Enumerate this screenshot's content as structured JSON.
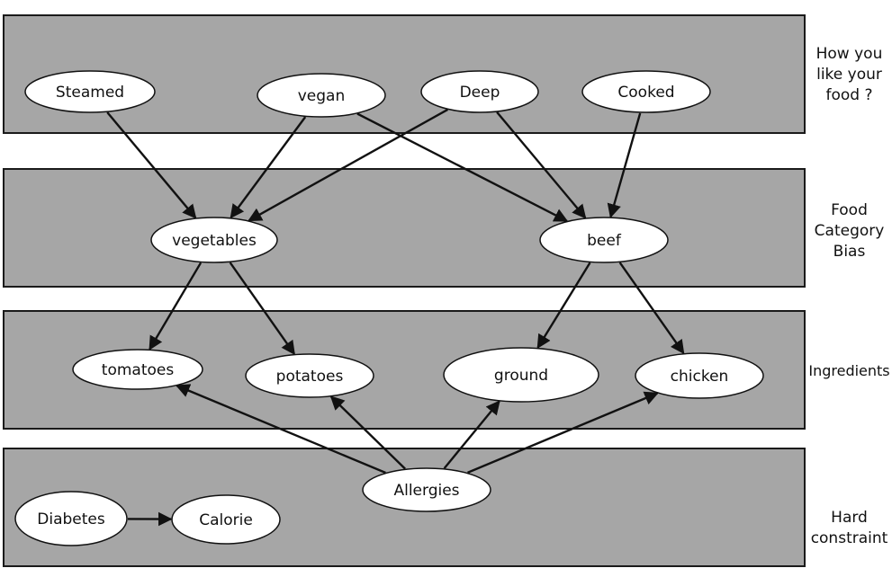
{
  "layers": [
    {
      "id": "preference",
      "label_lines": [
        "How you",
        "like your",
        "food ?"
      ]
    },
    {
      "id": "category",
      "label_lines": [
        "Food",
        "Category",
        "Bias"
      ]
    },
    {
      "id": "ingredients",
      "label_lines": [
        "Ingredients"
      ]
    },
    {
      "id": "constraint",
      "label_lines": [
        "Hard",
        "constraint"
      ]
    }
  ],
  "nodes": {
    "steamed": "Steamed",
    "vegan": "vegan",
    "deep": "Deep",
    "cooked": "Cooked",
    "vegetables": "vegetables",
    "beef": "beef",
    "tomatoes": "tomatoes",
    "potatoes": "potatoes",
    "ground": "ground",
    "chicken": "chicken",
    "allergies": "Allergies",
    "diabetes": "Diabetes",
    "calorie": "Calorie"
  },
  "edges": [
    {
      "from": "steamed",
      "to": "vegetables"
    },
    {
      "from": "vegan",
      "to": "vegetables"
    },
    {
      "from": "vegan",
      "to": "beef"
    },
    {
      "from": "deep",
      "to": "vegetables"
    },
    {
      "from": "deep",
      "to": "beef"
    },
    {
      "from": "cooked",
      "to": "beef"
    },
    {
      "from": "vegetables",
      "to": "tomatoes"
    },
    {
      "from": "vegetables",
      "to": "potatoes"
    },
    {
      "from": "beef",
      "to": "ground"
    },
    {
      "from": "beef",
      "to": "chicken"
    },
    {
      "from": "allergies",
      "to": "tomatoes"
    },
    {
      "from": "allergies",
      "to": "potatoes"
    },
    {
      "from": "allergies",
      "to": "ground"
    },
    {
      "from": "allergies",
      "to": "chicken"
    },
    {
      "from": "diabetes",
      "to": "calorie"
    }
  ]
}
